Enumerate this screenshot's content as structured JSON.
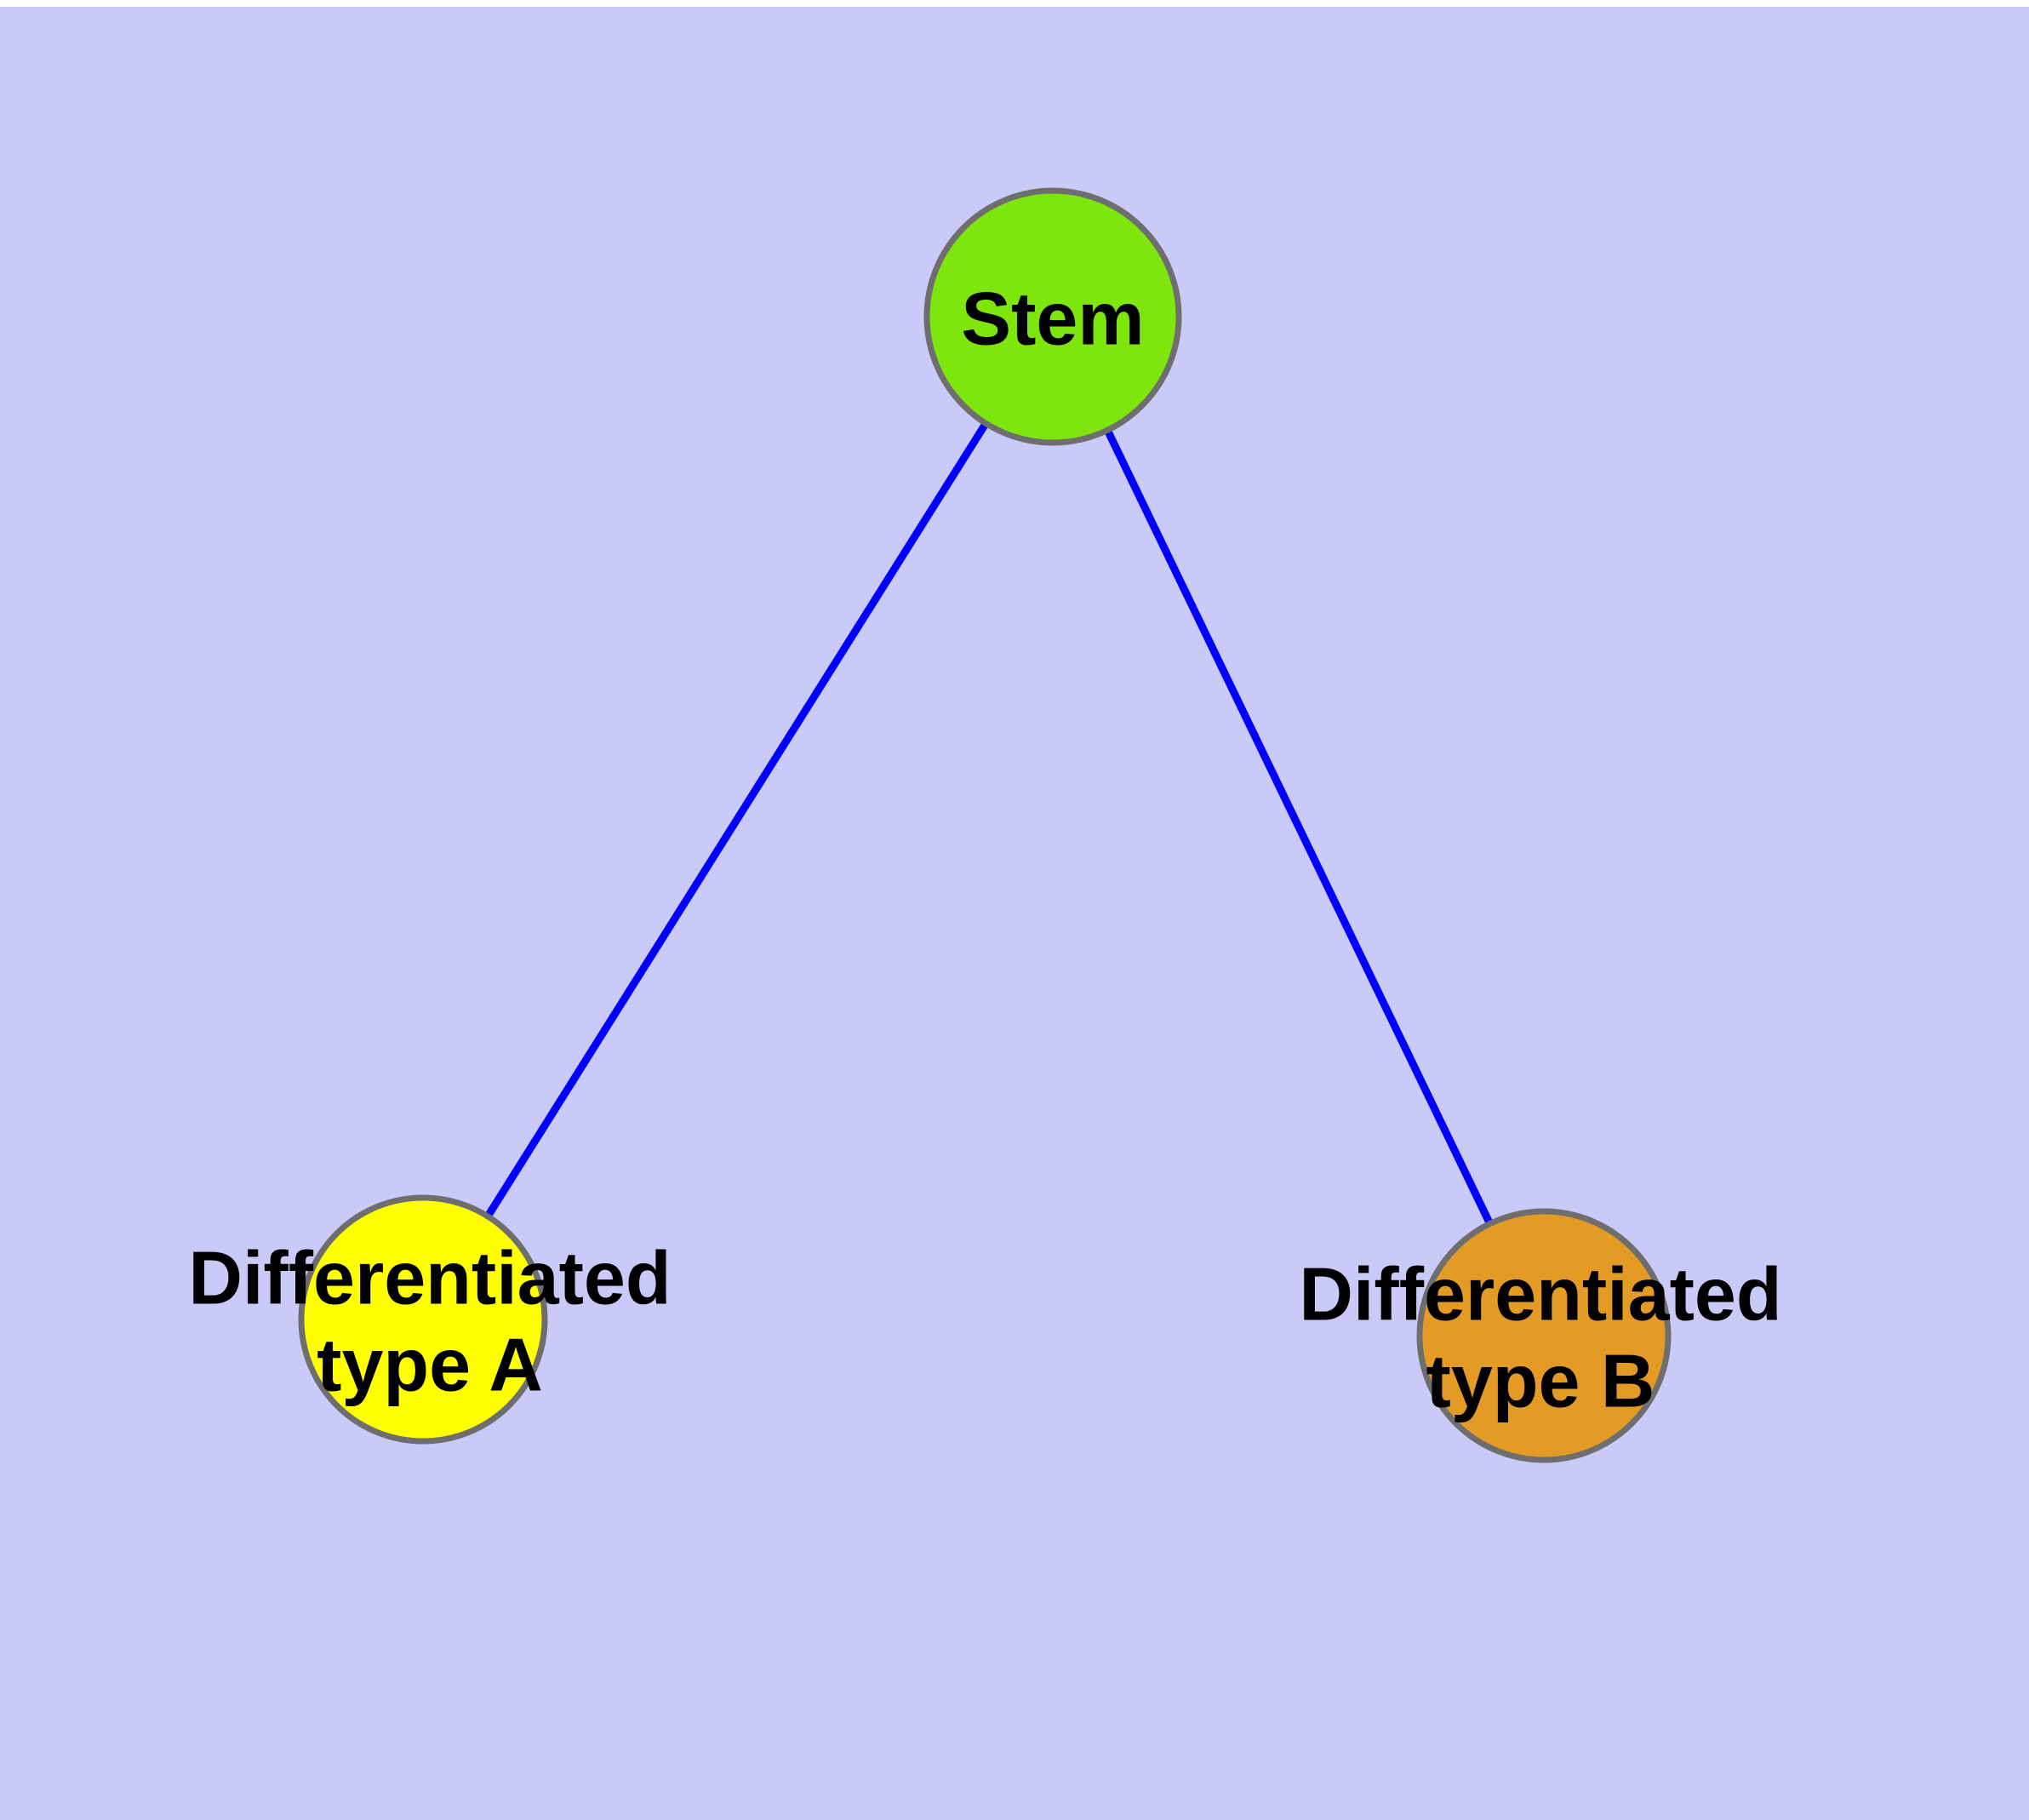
{
  "diagram": {
    "type": "node-link-graph",
    "background_color": "#CACAF8",
    "top_strip_color": "#FFFFFF",
    "edge_color": "#0000FF",
    "node_border_color": "#6E6E6E",
    "label_color": "#000000",
    "nodes": {
      "stem": {
        "label": "Stem",
        "fill": "#7FE60D"
      },
      "type_a": {
        "label_line1": "Differentiated",
        "label_line2": "type A",
        "fill": "#FFFF00"
      },
      "type_b": {
        "label_line1": "Differentiated",
        "label_line2": "type B",
        "fill": "#E49B26"
      }
    },
    "edges": [
      {
        "from": "Stem",
        "to": "Differentiated type A"
      },
      {
        "from": "Stem",
        "to": "Differentiated type B"
      }
    ]
  }
}
